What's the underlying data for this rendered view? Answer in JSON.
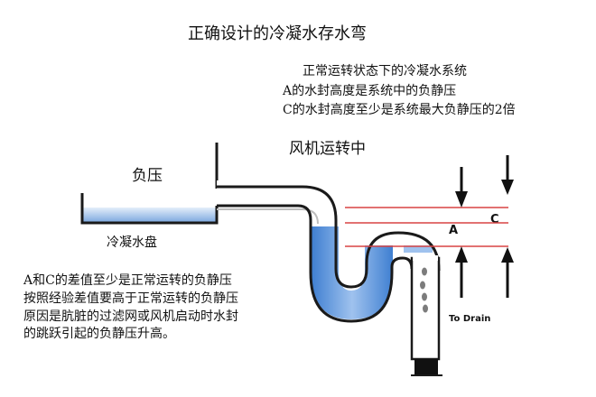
{
  "title": "正确设计的冷凝水存水弯",
  "info_lines": [
    "正常运转状态下的冷凝水系统",
    "A的水封高度是系统中的负静压",
    "C的水封高度至少是系统最大负静压的2倍"
  ],
  "fan_running": "风机运转中",
  "negative_pressure": "负压",
  "condensate_pan": "冷凝水盘",
  "label_a": "A",
  "label_c": "C",
  "to_drain": "To Drain",
  "note_lines": [
    "A和C的差值至少是正常运转的负静压",
    "按照经验差值要高于正常运转的负静压",
    "原因是肮脏的过滤网或风机启动时水封",
    "的跳跃引起的负静压升高。"
  ],
  "colors": {
    "water": "#5f93d4",
    "water_light": "#cfe0f4",
    "pipe": "#1a1a1a",
    "red_line": "#d84444",
    "drain_plug": "#111111"
  }
}
